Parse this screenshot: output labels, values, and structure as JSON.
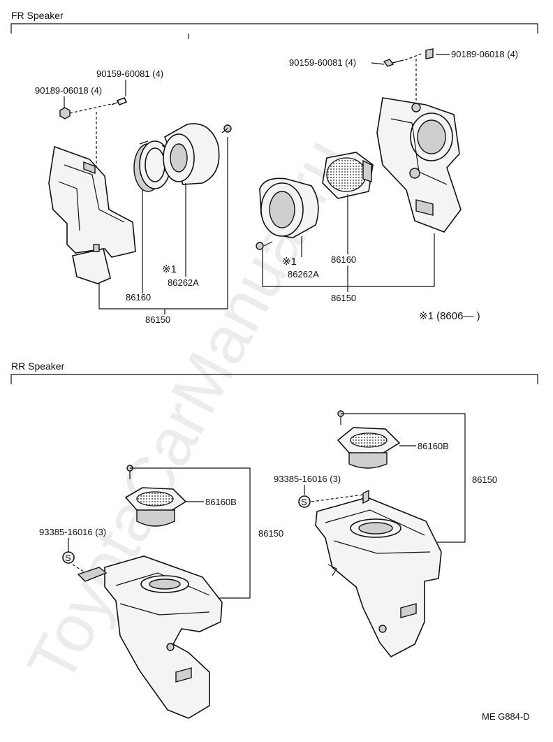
{
  "sections": {
    "fr": {
      "title": "FR Speaker"
    },
    "rr": {
      "title": "RR Speaker"
    }
  },
  "fr_left": {
    "screw_label": "90159-60081 (4)",
    "nut_label": "90189-06018 (4)",
    "note_mark": "※1",
    "housing_label": "86262A",
    "speaker_label": "86160",
    "assembly_label": "86150"
  },
  "fr_right": {
    "screw_label": "90159-60081 (4)",
    "nut_label": "90189-06018 (4)",
    "note_mark": "※1",
    "housing_label": "86262A",
    "speaker_label": "86160",
    "assembly_label": "86150"
  },
  "footnote": {
    "text": "※1 (8606—      )"
  },
  "rr_left": {
    "speaker_label": "86160B",
    "assembly_label": "86150",
    "clip_label": "93385-16016 (3)",
    "clip_symbol": "S"
  },
  "rr_right": {
    "speaker_label": "86160B",
    "assembly_label": "86150",
    "clip_label": "93385-16016 (3)",
    "clip_symbol": "S"
  },
  "code": {
    "text": "ME  G884-D"
  },
  "watermark": {
    "text": "ToyotaCarManual.ru"
  }
}
